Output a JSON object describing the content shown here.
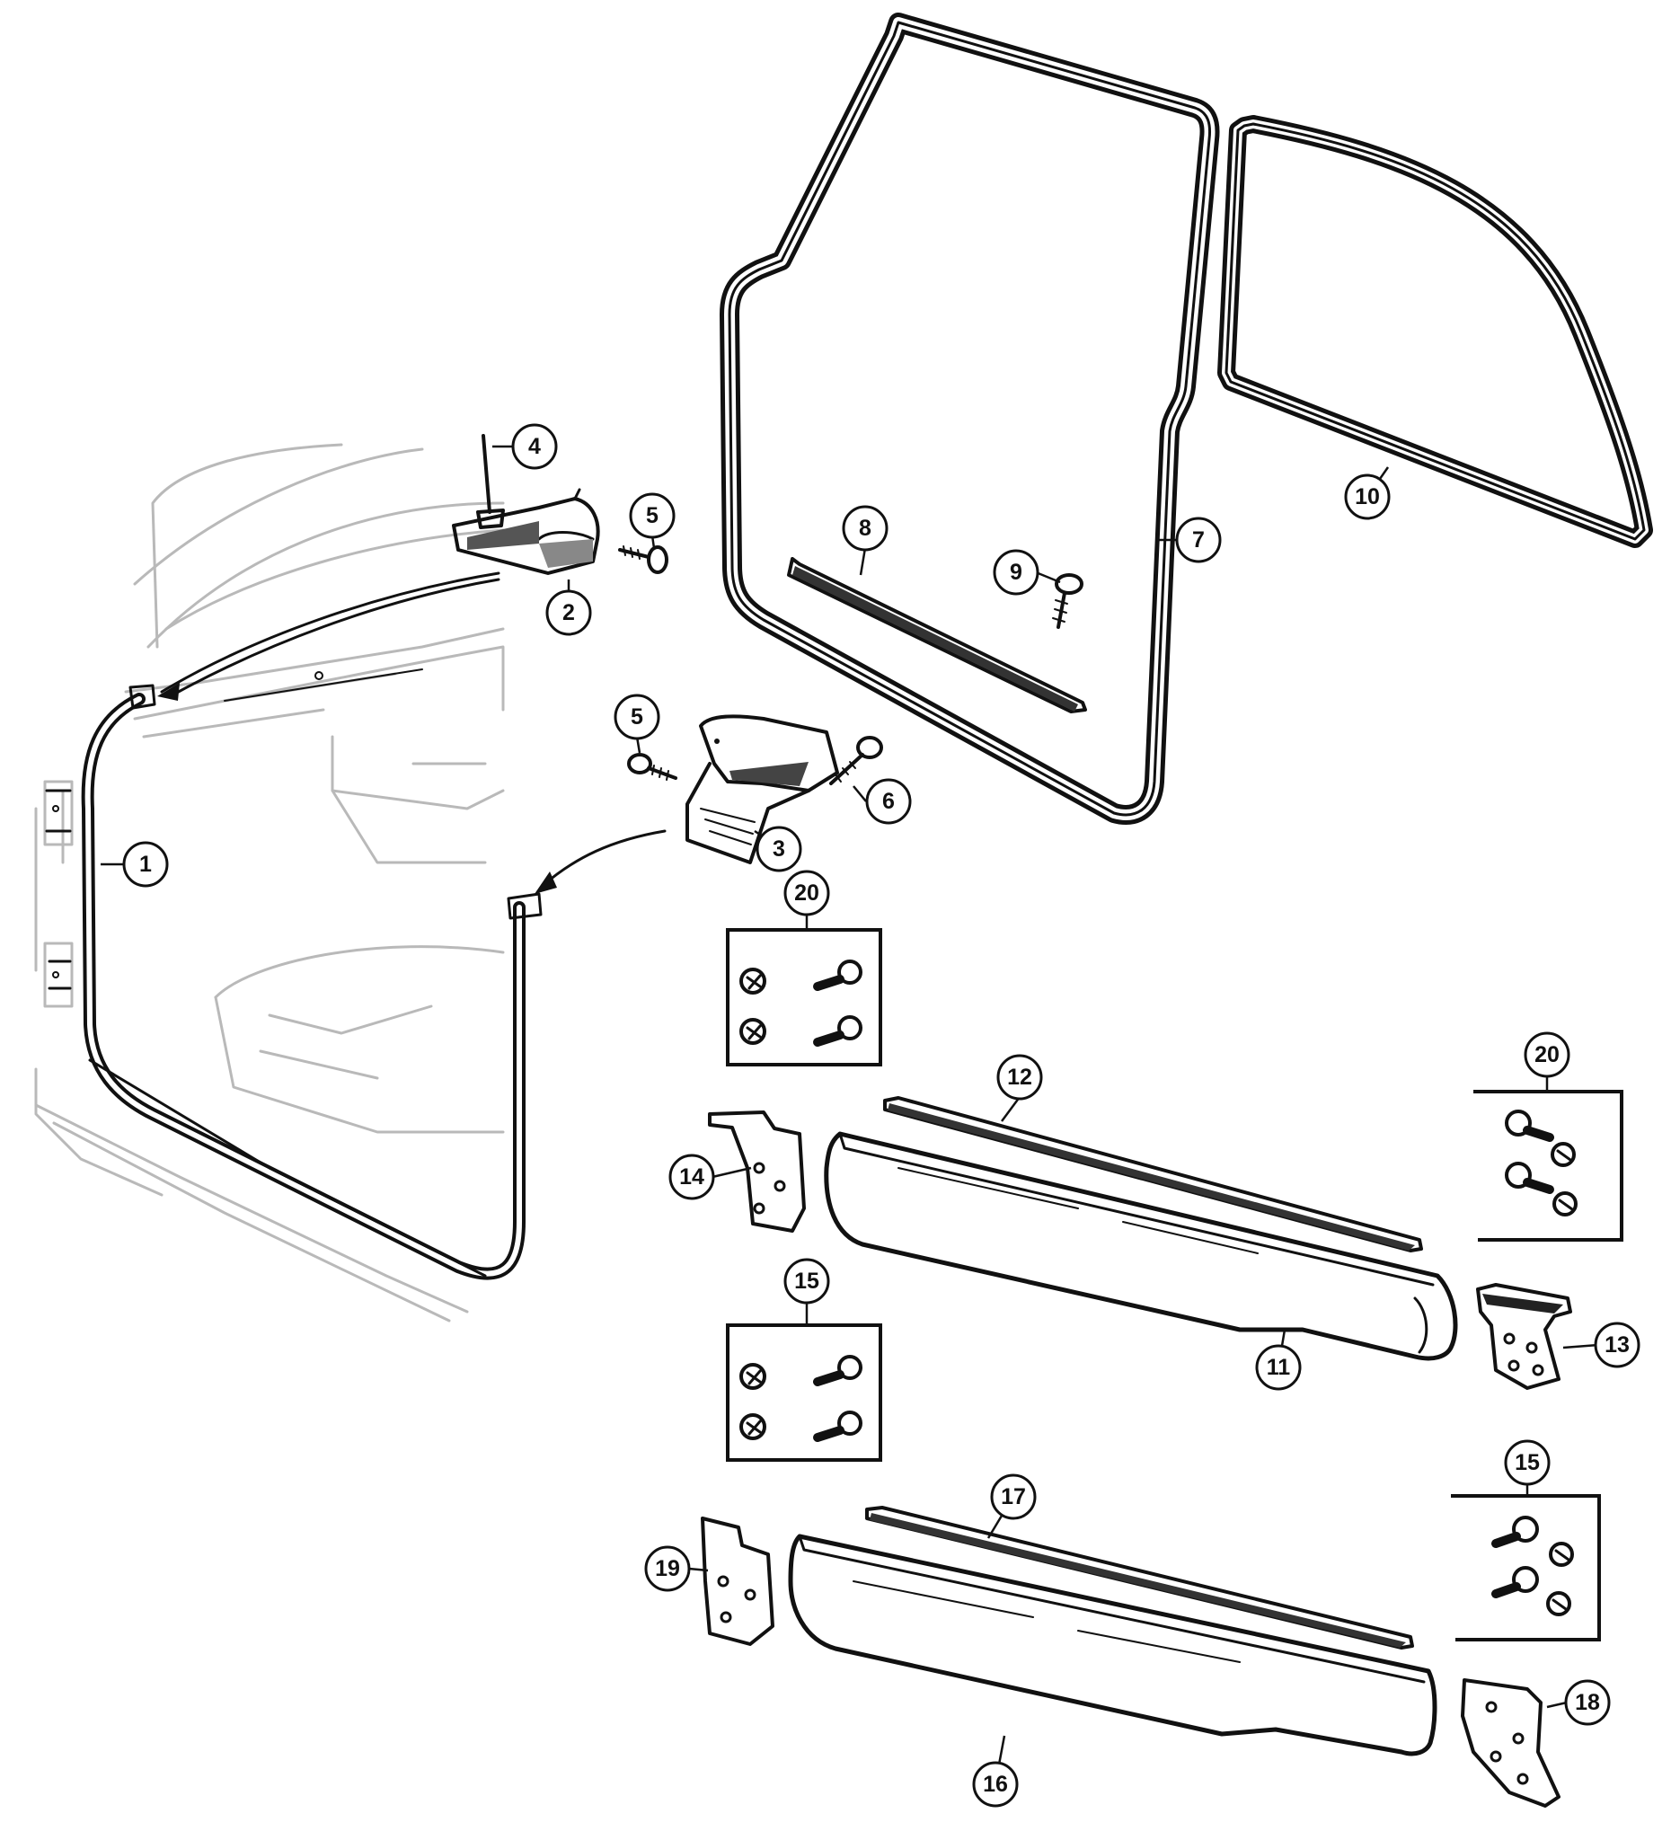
{
  "diagram": {
    "callouts": [
      {
        "id": "c1",
        "label": "1"
      },
      {
        "id": "c2",
        "label": "2"
      },
      {
        "id": "c3",
        "label": "3"
      },
      {
        "id": "c4",
        "label": "4"
      },
      {
        "id": "c5a",
        "label": "5"
      },
      {
        "id": "c5b",
        "label": "5"
      },
      {
        "id": "c6",
        "label": "6"
      },
      {
        "id": "c7",
        "label": "7"
      },
      {
        "id": "c8",
        "label": "8"
      },
      {
        "id": "c9",
        "label": "9"
      },
      {
        "id": "c10",
        "label": "10"
      },
      {
        "id": "c11",
        "label": "11"
      },
      {
        "id": "c12",
        "label": "12"
      },
      {
        "id": "c13",
        "label": "13"
      },
      {
        "id": "c14",
        "label": "14"
      },
      {
        "id": "c15a",
        "label": "15"
      },
      {
        "id": "c15b",
        "label": "15"
      },
      {
        "id": "c16",
        "label": "16"
      },
      {
        "id": "c17",
        "label": "17"
      },
      {
        "id": "c18",
        "label": "18"
      },
      {
        "id": "c19",
        "label": "19"
      },
      {
        "id": "c20a",
        "label": "20"
      },
      {
        "id": "c20b",
        "label": "20"
      }
    ]
  }
}
